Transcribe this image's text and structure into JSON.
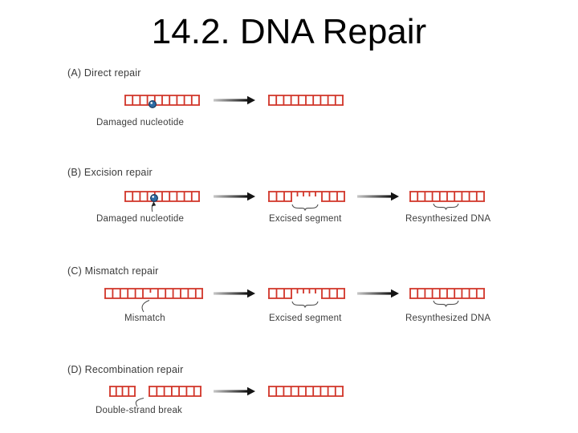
{
  "slide": {
    "title": "14.2. DNA Repair"
  },
  "colors": {
    "dna_red": "#d13428",
    "damage_blue": "#2e6ca5",
    "damage_blue_border": "#1c3a5e",
    "label_text": "#3c3c3c",
    "arrow_dark": "#141414",
    "arrow_light": "#c8c8c8",
    "background": "#ffffff"
  },
  "sections": {
    "a": {
      "label": "(A) Direct repair",
      "damaged_caption": "Damaged nucleotide"
    },
    "b": {
      "label": "(B) Excision repair",
      "damaged_caption": "Damaged nucleotide",
      "excised_caption": "Excised segment",
      "resynth_caption": "Resynthesized DNA"
    },
    "c": {
      "label": "(C) Mismatch repair",
      "mismatch_caption": "Mismatch",
      "excised_caption": "Excised segment",
      "resynth_caption": "Resynthesized DNA"
    },
    "d": {
      "label": "(D) Recombination repair",
      "break_caption": "Double-strand break"
    }
  }
}
